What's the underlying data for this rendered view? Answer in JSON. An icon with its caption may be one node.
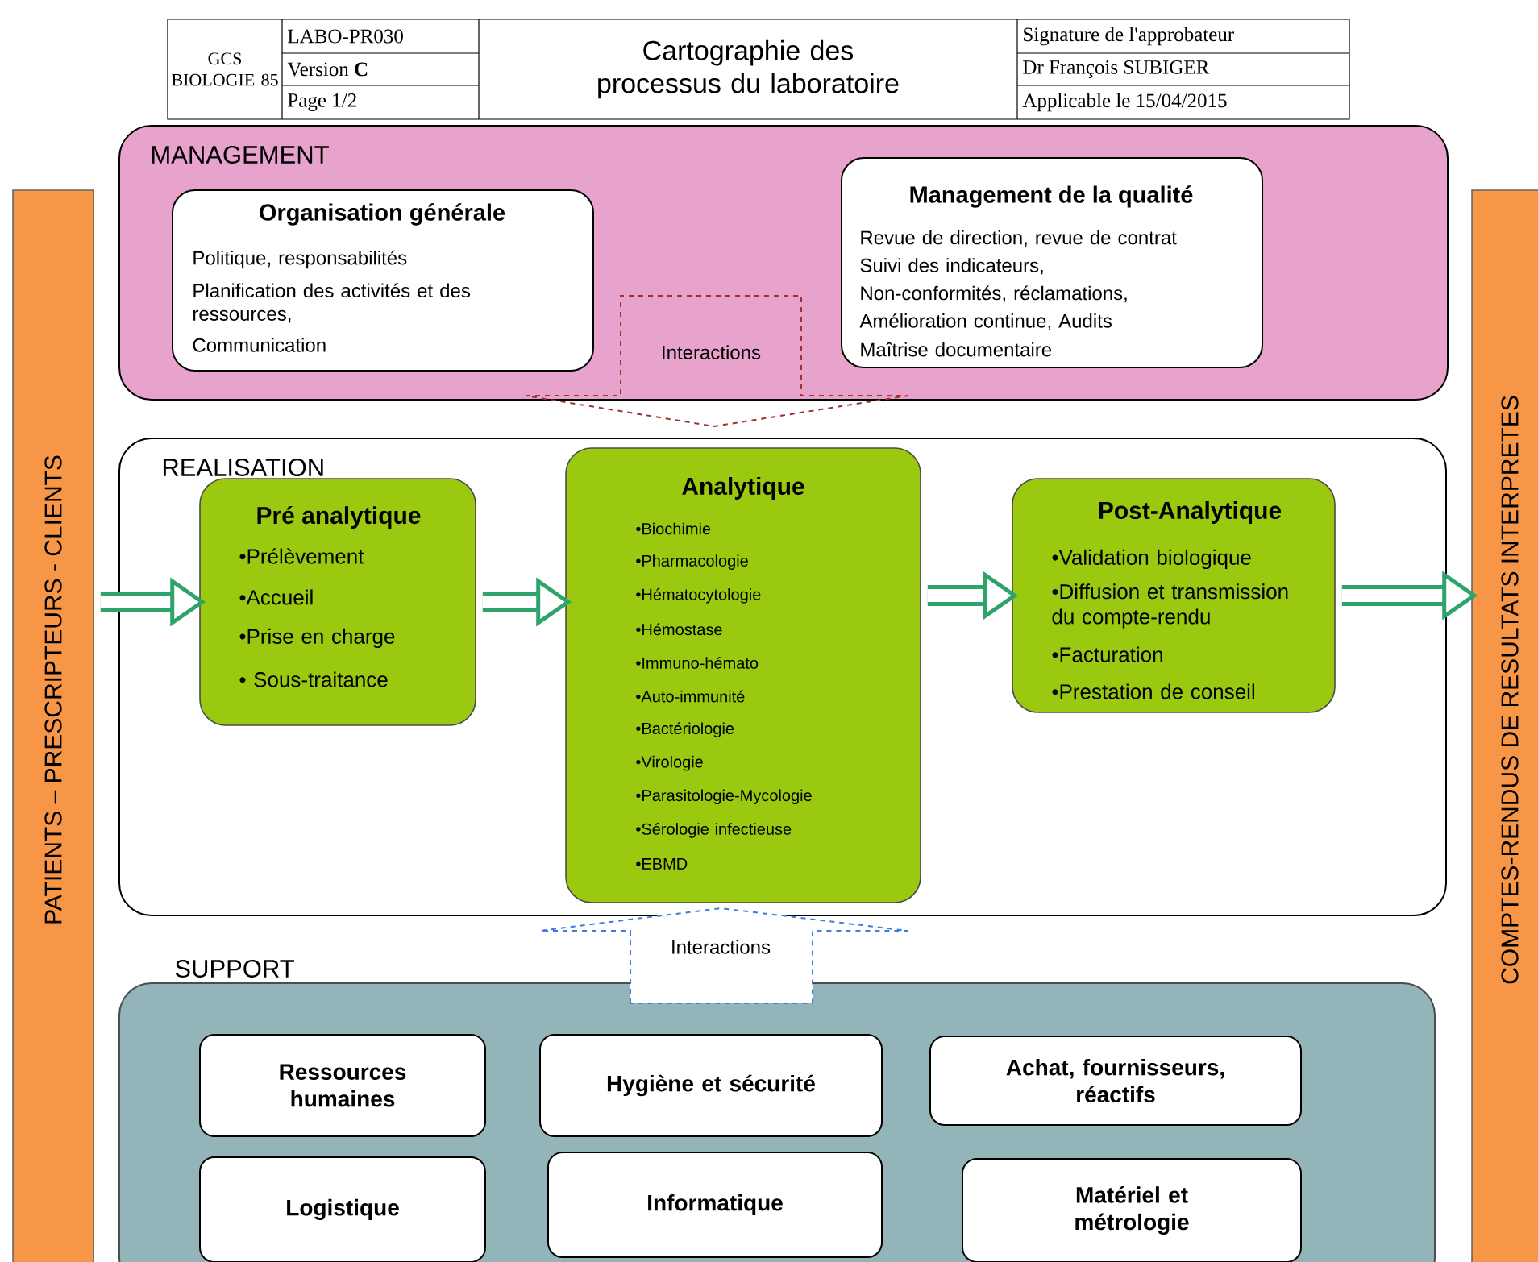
{
  "diagram": {
    "title": "Cartographie des processus du laboratoire",
    "nodes": [
      {
        "text": [
          "PATIENTS – PRESCRIPTEURS - CLIENTS"
        ]
      },
      {
        "text": [
          "MANAGEMENT"
        ]
      },
      {
        "text": [
          "Organisation générale",
          "Politique, responsabilités",
          "Planification des activités et des ressources,",
          "Communication"
        ],
        "in": 1
      },
      {
        "text": [
          "Management de la qualité",
          "Revue de direction, revue de contrat",
          "Suivi des indicateurs,",
          "Non-conformités, réclamations,",
          "Amélioration continue, Audits",
          "Maîtrise documentaire"
        ],
        "in": 1
      },
      {
        "text": [
          "REALISATION"
        ]
      },
      {
        "text": [
          "Pré analytique",
          "•Prélèvement",
          "•Accueil",
          "•Prise en charge",
          "• Sous-traitance"
        ],
        "in": 4
      },
      {
        "text": [
          "Analytique",
          "•Biochimie",
          "•Pharmacologie",
          "•Hématocytologie",
          "•Hémostase",
          "•Immuno-hémato",
          "•Auto-immunité",
          "•Bactériologie",
          "•Virologie",
          "•Parasitologie-Mycologie",
          "•Sérologie infectieuse",
          "•EBMD"
        ],
        "in": 4
      },
      {
        "text": [
          "Post-Analytique",
          "•Validation biologique",
          "•Diffusion et transmission du compte-rendu",
          "•Facturation",
          "•Prestation de conseil"
        ],
        "in": 4
      },
      {
        "text": [
          "SUPPORT"
        ]
      },
      {
        "text": [
          "Ressources humaines"
        ],
        "in": 8
      },
      {
        "text": [
          "Hygiène et sécurité"
        ],
        "in": 8
      },
      {
        "text": [
          "Achat, fournisseurs, réactifs"
        ],
        "in": 8
      },
      {
        "text": [
          "Logistique"
        ],
        "in": 8
      },
      {
        "text": [
          "Informatique"
        ],
        "in": 8
      },
      {
        "text": [
          "Matériel et métrologie"
        ],
        "in": 8
      },
      {
        "text": [
          "COMPTES-RENDUS DE RESULTATS INTERPRETES"
        ]
      }
    ],
    "edges": [
      {
        "from": 1,
        "to": 4,
        "arrow": "to",
        "label": "Interactions",
        "style": "dashed",
        "color": "#a0312f"
      },
      {
        "from": 0,
        "to": 5,
        "arrow": "to"
      },
      {
        "from": 5,
        "to": 6,
        "arrow": "to"
      },
      {
        "from": 6,
        "to": 7,
        "arrow": "to"
      },
      {
        "from": 7,
        "to": 15,
        "arrow": "to"
      },
      {
        "from": 8,
        "to": 4,
        "arrow": "to",
        "label": "Interactions",
        "style": "dashed",
        "color": "#3d7be0"
      }
    ],
    "labels": [
      "GCS BIOLOGIE 85",
      "LABO-PR030",
      "Version **C**",
      "Page 1/2",
      "Signature de l'approbateur",
      "Dr François SUBIGER",
      "Applicable le 15/04/2015"
    ]
  }
}
